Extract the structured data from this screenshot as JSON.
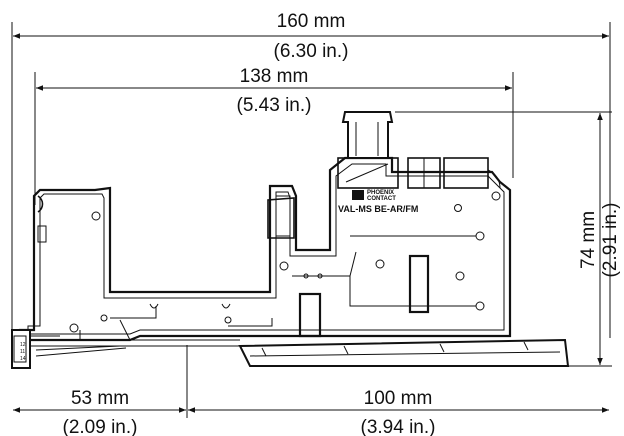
{
  "dimensions": {
    "overall_width": {
      "metric": "160 mm",
      "imperial": "(6.30 in.)"
    },
    "inner_width": {
      "metric": "138 mm",
      "imperial": "(5.43 in.)"
    },
    "height": {
      "metric": "74 mm",
      "imperial": "(2.91 in.)"
    },
    "left_offset": {
      "metric": "53 mm",
      "imperial": "(2.09 in.)"
    },
    "right_span": {
      "metric": "100 mm",
      "imperial": "(3.94 in.)"
    }
  },
  "device": {
    "brand_line1": "PHOENIX",
    "brand_line2": "CONTACT",
    "model_label": "VAL-MS BE-AR/FM",
    "terminal_numbers": [
      "12",
      "11",
      "14"
    ]
  }
}
